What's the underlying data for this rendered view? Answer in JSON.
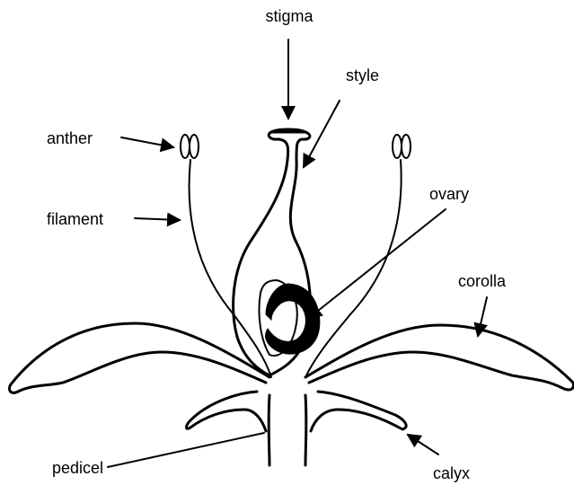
{
  "labels": {
    "stigma": "stigma",
    "style": "style",
    "anther": "anther",
    "filament": "filament",
    "ovary": "ovary",
    "corolla": "corolla",
    "pedicel": "pedicel",
    "calyx": "calyx"
  },
  "colors": {
    "ink": "#000000",
    "background": "#ffffff"
  }
}
